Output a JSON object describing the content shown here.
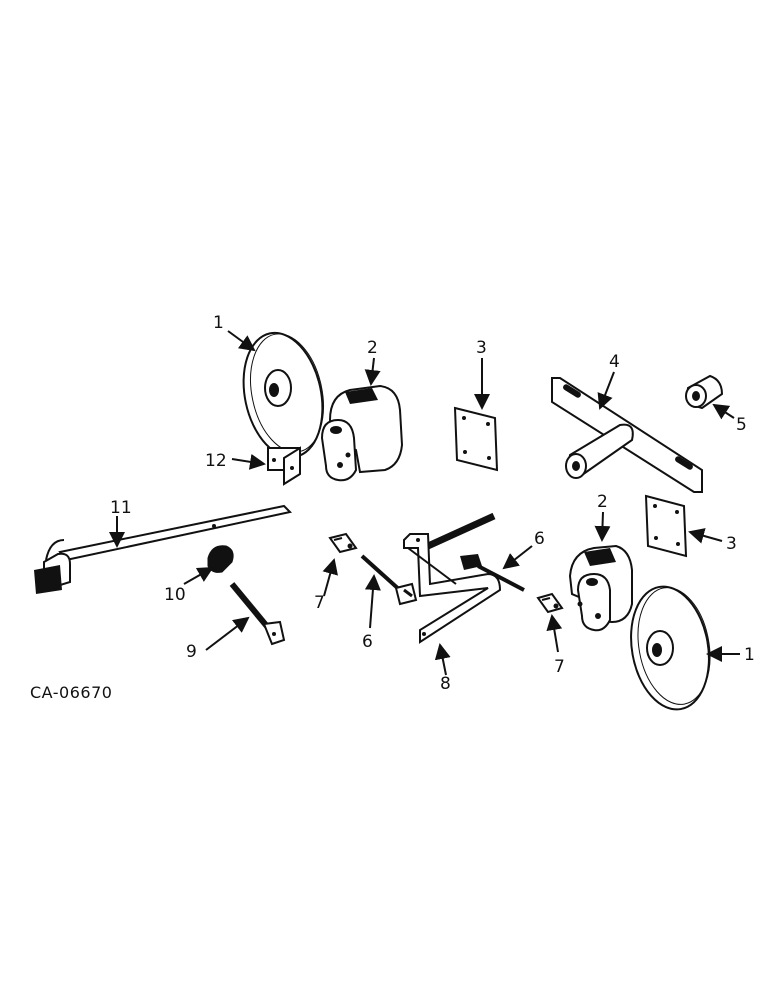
{
  "diagram": {
    "drawing_code": "CA-06670",
    "callouts": {
      "disc_left": "1",
      "disc_right": "1",
      "housing_left": "2",
      "housing_right": "2",
      "plate_upper": "3",
      "plate_lower": "3",
      "mount_bar": "4",
      "bushing": "5",
      "rod_right": "6",
      "rod_center": "6",
      "clevis_left": "7",
      "clevis_right": "7",
      "arm": "8",
      "link_rod": "9",
      "cam": "10",
      "handle": "11",
      "bracket": "12"
    }
  }
}
